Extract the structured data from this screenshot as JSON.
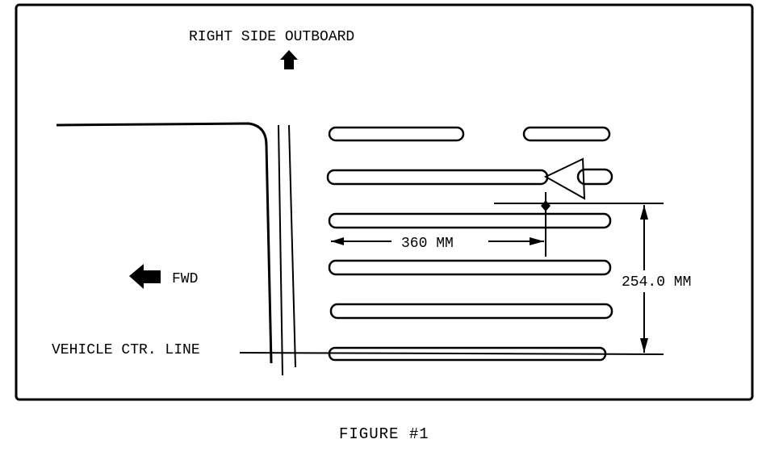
{
  "figure": {
    "caption": "FIGURE #1",
    "labels": {
      "right_side_outboard": "RIGHT SIDE OUTBOARD",
      "fwd": "FWD",
      "vehicle_ctr_line": "VEHICLE CTR. LINE",
      "dim_360": "360 MM",
      "dim_254": "254.0 MM"
    },
    "icons": {
      "outboard_arrow": "arrow-up-icon",
      "forward_arrow": "arrow-left-icon"
    },
    "colors": {
      "ink": "#000000",
      "paper": "#ffffff"
    }
  }
}
